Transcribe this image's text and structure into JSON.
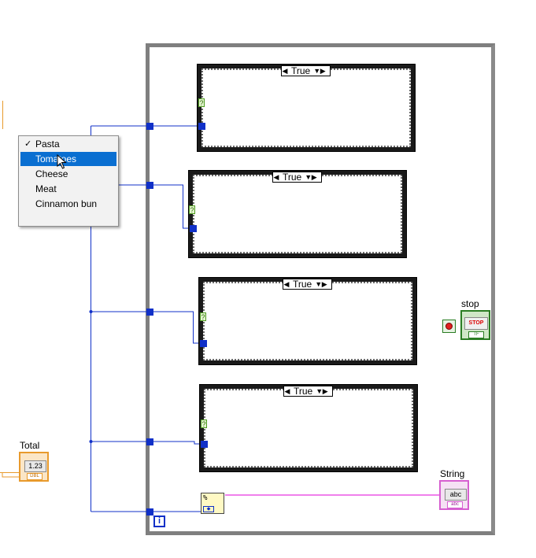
{
  "ring_menu": {
    "items": [
      {
        "label": "Pasta",
        "checked": true
      },
      {
        "label": "Tomatoes",
        "highlighted": true
      },
      {
        "label": "Cheese"
      },
      {
        "label": "Meat"
      },
      {
        "label": "Cinnamon bun"
      }
    ]
  },
  "case_structures": [
    {
      "selector": "True"
    },
    {
      "selector": "True"
    },
    {
      "selector": "True"
    },
    {
      "selector": "True"
    }
  ],
  "indicators": {
    "total_label": "Total",
    "total_value": "1.23",
    "total_type": "DBL",
    "string_label": "String",
    "string_value": "abc",
    "string_type": "abc"
  },
  "controls": {
    "stop_label": "stop",
    "stop_button_text": "STOP",
    "stop_type": "TF"
  },
  "loop": {
    "iteration_terminal": "i"
  },
  "format_node": {
    "glyph": "% "
  },
  "colors": {
    "wire_blue": "#1030c8",
    "wire_string": "#e000d8",
    "numeric_orange": "#e89a2c",
    "boolean_green": "#2a7d23",
    "string_pink": "#d65fd0",
    "loop_gray": "#7f7f7f"
  }
}
